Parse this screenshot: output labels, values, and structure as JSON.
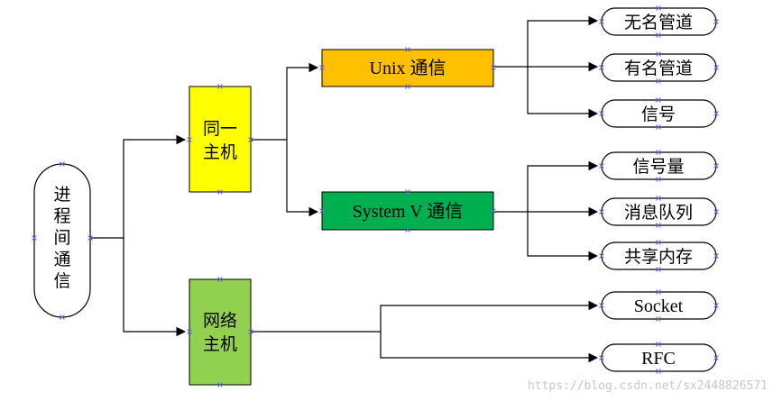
{
  "root": {
    "lines": [
      "进",
      "程",
      "间",
      "通",
      "信"
    ]
  },
  "same_host": {
    "lines": [
      "同一",
      "主机"
    ],
    "color": "#ffff00"
  },
  "network_host": {
    "lines": [
      "网络",
      "主机"
    ],
    "color": "#92d050"
  },
  "unix": {
    "label": "Unix 通信",
    "color": "#ffc000"
  },
  "sysv": {
    "label": "System V 通信",
    "color": "#00b050"
  },
  "leaves": {
    "unnamed_pipe": "无名管道",
    "named_pipe": "有名管道",
    "signal": "信号",
    "semaphore": "信号量",
    "message_queue": "消息队列",
    "shared_memory": "共享内存",
    "socket": "Socket",
    "rfc": "RFC"
  },
  "watermark": "https://blog.csdn.net/sx2448826571"
}
